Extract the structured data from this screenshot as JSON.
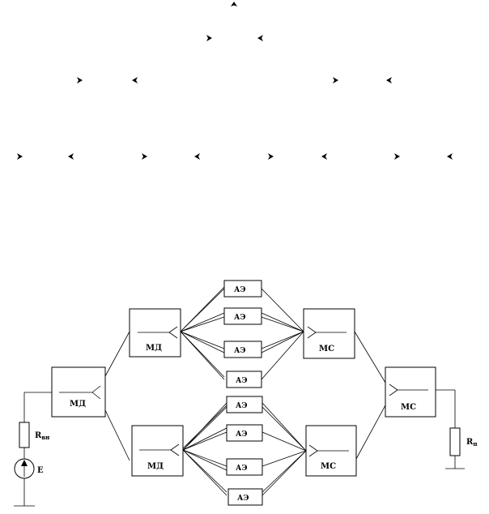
{
  "top_arrows": {
    "description_hidden": true
  },
  "blocks": {
    "divider_main": "МД",
    "divider_upper": "МД",
    "divider_lower": "МД",
    "combiner_upper": "МС",
    "combiner_lower": "МС",
    "combiner_main": "МС"
  },
  "elements": {
    "upper": [
      "АЭ",
      "АЭ",
      "АЭ",
      "АЭ"
    ],
    "lower": [
      "АЭ",
      "АЭ",
      "АЭ",
      "АЭ"
    ]
  },
  "source": {
    "resistor_main": "R",
    "resistor_sub": "вн",
    "emf": "E"
  },
  "load": {
    "resistor_main": "R",
    "resistor_sub": "п"
  }
}
